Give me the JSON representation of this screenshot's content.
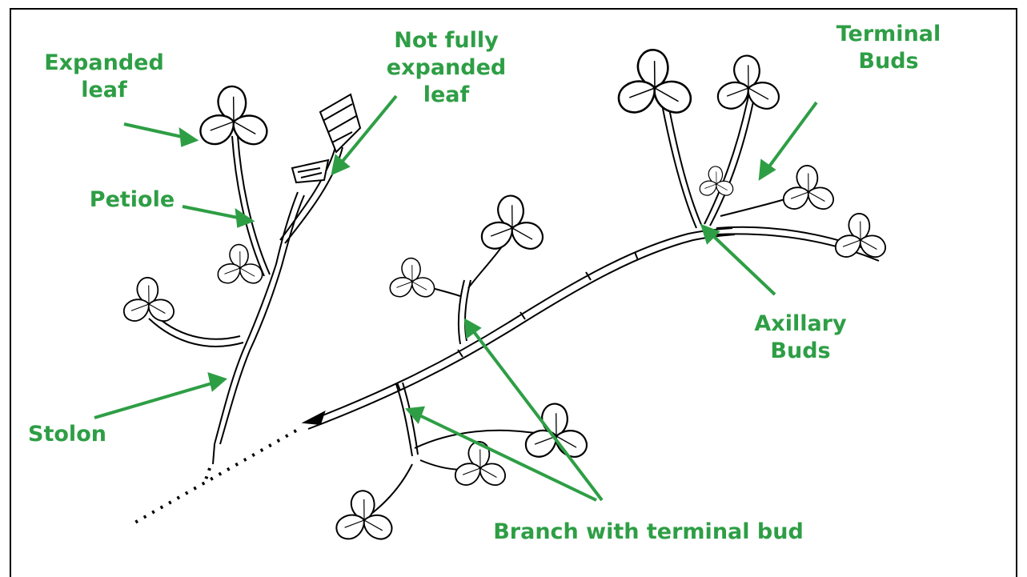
{
  "labels": {
    "expanded_leaf": "Expanded\nleaf",
    "not_fully_expanded_leaf": "Not fully\nexpanded\nleaf",
    "petiole": "Petiole",
    "stolon": "Stolon",
    "terminal_buds": "Terminal\nBuds",
    "axillary_buds": "Axillary\nBuds",
    "branch_with_terminal_bud": "Branch with terminal bud"
  },
  "colors": {
    "label": "#2e9e45",
    "arrow": "#2e9e45",
    "line_art": "#000000"
  }
}
